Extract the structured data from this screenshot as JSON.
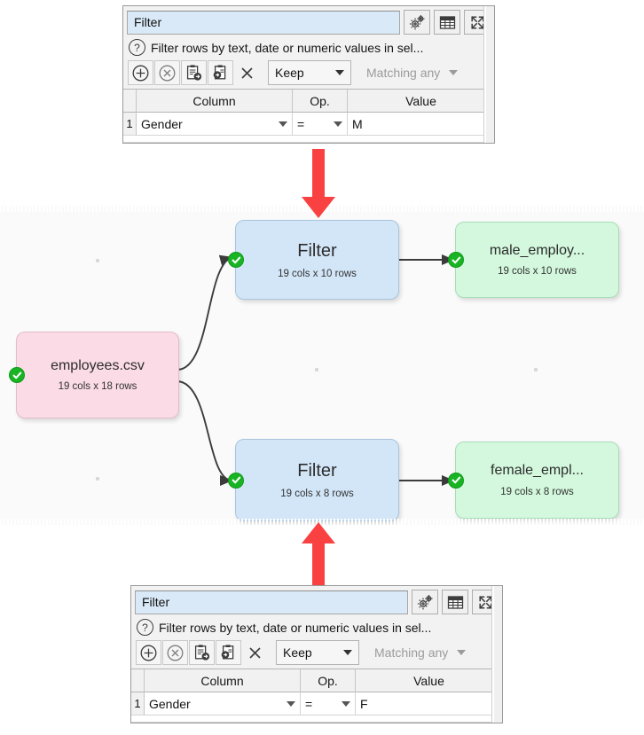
{
  "panels": {
    "top": {
      "title": "Filter",
      "help_text": "Filter rows by text, date or numeric values in sel...",
      "keep_label": "Keep",
      "matching_label": "Matching any",
      "headers": {
        "num": "",
        "column": "Column",
        "op": "Op.",
        "value": "Value"
      },
      "rows": [
        {
          "num": "1",
          "column": "Gender",
          "op": "=",
          "value": "M"
        }
      ],
      "toolbar_icons": [
        "add-icon",
        "delete-icon",
        "copy-icon",
        "paste-icon",
        "clear-icon"
      ],
      "header_icons": [
        "gears-icon",
        "table-icon",
        "expand-icon"
      ]
    },
    "bottom": {
      "title": "Filter",
      "help_text": "Filter rows by text, date or numeric values in sel...",
      "keep_label": "Keep",
      "matching_label": "Matching any",
      "headers": {
        "num": "",
        "column": "Column",
        "op": "Op.",
        "value": "Value"
      },
      "rows": [
        {
          "num": "1",
          "column": "Gender",
          "op": "=",
          "value": "F"
        }
      ],
      "toolbar_icons": [
        "add-icon",
        "delete-icon",
        "copy-icon",
        "paste-icon",
        "clear-icon"
      ],
      "header_icons": [
        "gears-icon",
        "table-icon",
        "expand-icon"
      ]
    }
  },
  "canvas": {
    "nodes": [
      {
        "id": "source",
        "title": "employees.csv",
        "subtitle": "19 cols x 18 rows",
        "color": "pink",
        "status": "ok"
      },
      {
        "id": "filter-male",
        "title": "Filter",
        "subtitle": "19 cols x 10 rows",
        "color": "blue",
        "status": "ok"
      },
      {
        "id": "male-output",
        "title": "male_employ...",
        "subtitle": "19 cols x 10 rows",
        "color": "green",
        "status": "ok"
      },
      {
        "id": "filter-female",
        "title": "Filter",
        "subtitle": "19 cols x 8 rows",
        "color": "blue",
        "status": "ok"
      },
      {
        "id": "female-output",
        "title": "female_empl...",
        "subtitle": "19 cols x 8 rows",
        "color": "green",
        "status": "ok"
      }
    ],
    "colors": {
      "blue_node": "#d3e6f8",
      "green_node": "#d3f8dd",
      "pink_node": "#fadbe6",
      "status_ok": "#18b423",
      "connector": "#3c3c3c",
      "callout_arrow": "#fa4141",
      "background": "#fafafa"
    }
  }
}
